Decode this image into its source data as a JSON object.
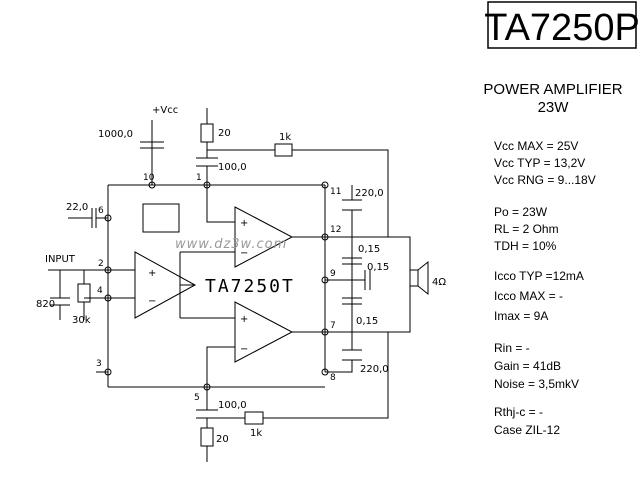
{
  "part_number": "TA7250P",
  "description": {
    "line1": "POWER AMPLIFIER",
    "line2": "23W"
  },
  "chip_label": "TA7250T",
  "watermark": "www.dz3w.com",
  "specs": [
    "Vcc MAX = 25V",
    "Vcc TYP = 13,2V",
    "Vcc RNG = 9...18V",
    "Po = 23W",
    "RL = 2 Ohm",
    "TDH = 10%",
    "Icco TYP =12mA",
    "Icco MAX = -",
    "Imax = 9A",
    "Rin = -",
    "Gain = 41dB",
    "Noise = 3,5mkV",
    "Rthj-c = -",
    "Case ZIL-12"
  ],
  "labels": {
    "vcc": "+Vcc",
    "input": "INPUT",
    "c_1000": "1000,0",
    "c_22": "22,0",
    "c_100_top": "100,0",
    "c_100_bot": "100,0",
    "c_220_top": "220,0",
    "c_220_bot": "220,0",
    "c_015_a": "0,15",
    "c_015_b": "0,15",
    "c_015_c": "0,15",
    "c_820": "820",
    "r_20_top": "20",
    "r_20_bot": "20",
    "r_1k_top": "1k",
    "r_1k_bot": "1k",
    "r_30k": "30k",
    "speaker": "4Ω",
    "pins": [
      "10",
      "1",
      "11",
      "6",
      "12",
      "2",
      "4",
      "9",
      "7",
      "3",
      "8",
      "5"
    ]
  }
}
